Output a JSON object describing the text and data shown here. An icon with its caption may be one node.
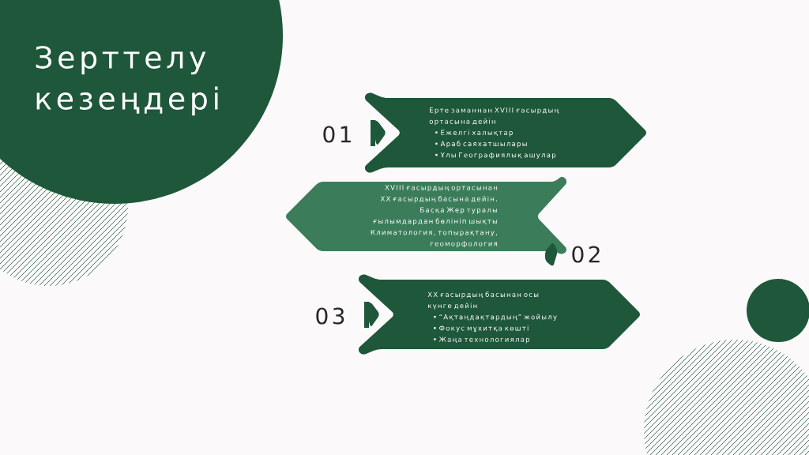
{
  "diagram": {
    "title": "Зерттелу кезеңдері",
    "nodes": [
      {
        "text": [
          "Ерте заманнан XVIII ғасырдың ортасына дейін",
          "Ежелгі халықтар",
          "Араб саяхатшылары",
          "Ұлы Географиялық ашулар"
        ],
        "beside": [
          "01"
        ]
      },
      {
        "text": [
          "XVIII ғасырдың ортасынан XX ғасырдың басына дейін.",
          "Басқа Жер туралы ғылымдардан бөлініп шықты",
          "Климатология, топырақтану, геоморфология"
        ],
        "beside": [
          "02"
        ]
      },
      {
        "text": [
          "XX ғасырдың басынан осы күнге дейін",
          "“Ақтаңдақтардың” жойылу",
          "Фокус мұхитқа көшті",
          "Жаңа технологиялар"
        ],
        "beside": [
          "03"
        ]
      }
    ]
  }
}
